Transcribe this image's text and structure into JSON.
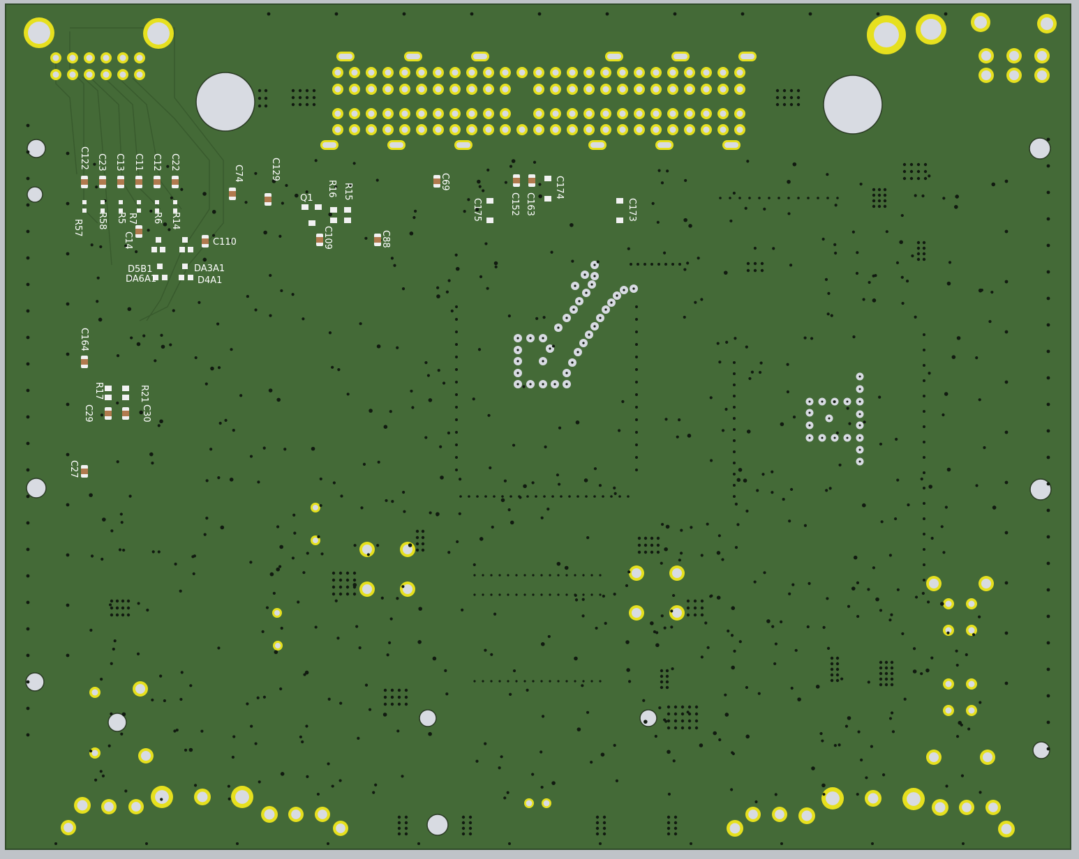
{
  "board": {
    "substrate_color": "#3f6233",
    "soldermask_color": "#446a37",
    "edge_color": "#2f4a28",
    "copper_ring_color": "#e6e01e",
    "drill_color": "#111a10",
    "hole_fill_color": "#d8dbe2",
    "pad_color": "#f2f2f2",
    "smd_body_color": "#b07a4e",
    "silkscreen_color": "#ffffff",
    "background_color": "#bfc3c8"
  },
  "labels": {
    "c122": "C122",
    "c23": "C23",
    "c13": "C13",
    "c11": "C11",
    "c12": "C12",
    "c22": "C22",
    "c74": "C74",
    "c129": "C129",
    "r57": "R57",
    "r58": "R58",
    "r5": "R5",
    "r7": "R7",
    "c14": "C14",
    "r6": "R6",
    "r14": "R14",
    "q1": "Q1",
    "r16": "R16",
    "r15": "R15",
    "c109": "C109",
    "c110": "C110",
    "c88": "C88",
    "c69": "C69",
    "c175": "C175",
    "c152": "C152",
    "c163": "C163",
    "c174": "C174",
    "c173": "C173",
    "d5b1": "D5B1",
    "da6a1": "DA6A1",
    "da3a1": "DA3A1",
    "d4a1": "D4A1",
    "c164": "C164",
    "r17": "R17",
    "r21": "R21",
    "c29": "C29",
    "c30": "C30",
    "c27": "C27"
  }
}
